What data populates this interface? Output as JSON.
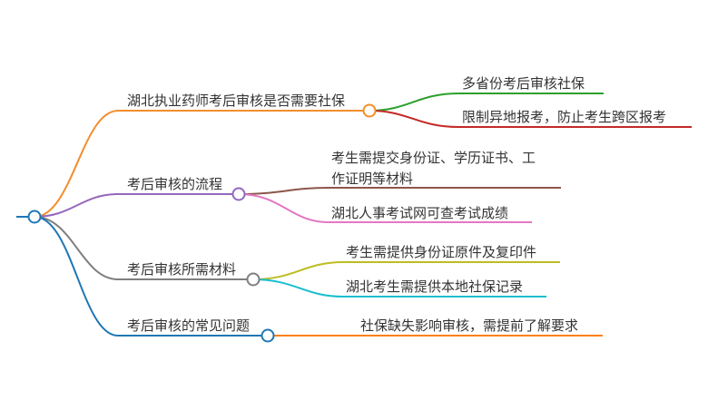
{
  "mindmap": {
    "branches": [
      {
        "label": "湖北执业药师考后审核是否需要社保",
        "color": "#f28e2b",
        "children": [
          {
            "lines": [
              "多省份考后审核社保"
            ],
            "color": "#2ca02c"
          },
          {
            "lines": [
              "限制异地报考，防止考生跨区报考"
            ],
            "color": "#c62828"
          }
        ]
      },
      {
        "label": "考后审核的流程",
        "color": "#9467bd",
        "children": [
          {
            "lines": [
              "考生需提交身份证、学历证书、工",
              "作证明等材料"
            ],
            "color": "#8c564b"
          },
          {
            "lines": [
              "湖北人事考试网可查考试成绩"
            ],
            "color": "#e377c2"
          }
        ]
      },
      {
        "label": "考后审核所需材料",
        "color": "#7f7f7f",
        "children": [
          {
            "lines": [
              "考生需提供身份证原件及复印件"
            ],
            "color": "#bcbd22"
          },
          {
            "lines": [
              "湖北考生需提供本地社保记录"
            ],
            "color": "#17becf"
          }
        ]
      },
      {
        "label": "考后审核的常见问题",
        "color": "#1f77b4",
        "children": [
          {
            "lines": [
              "社保缺失影响审核，需提前了解要求"
            ],
            "color": "#ff7f0e"
          }
        ]
      }
    ]
  }
}
